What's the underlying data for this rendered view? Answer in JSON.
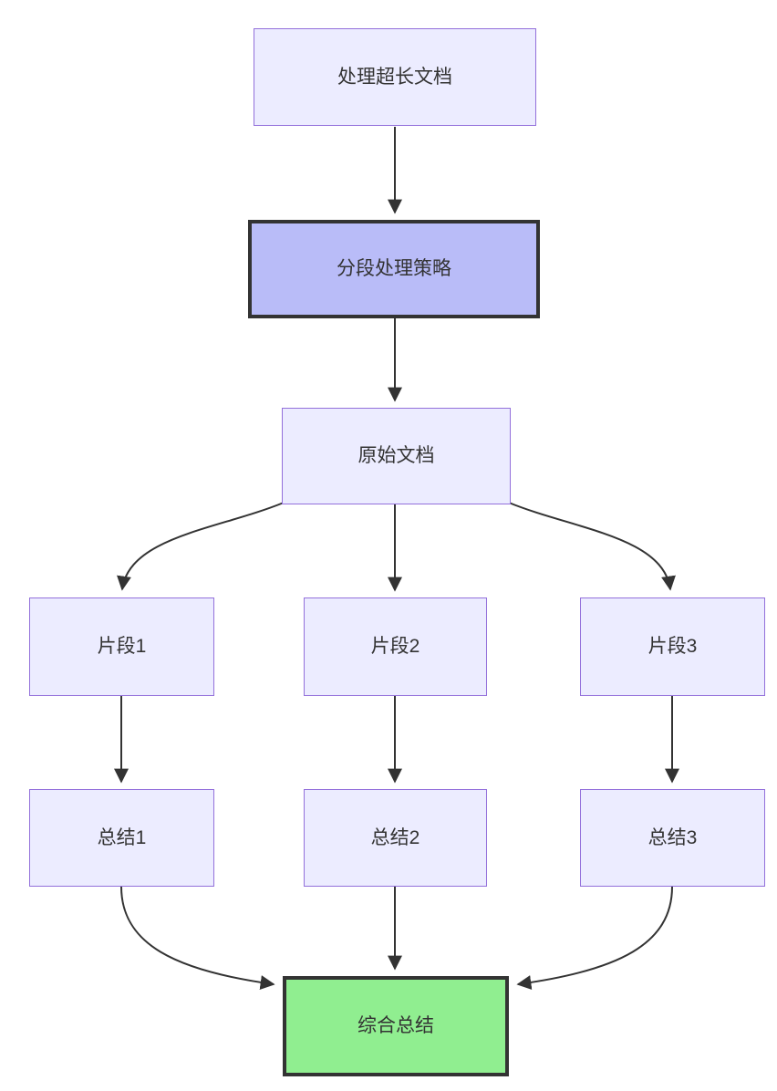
{
  "diagram": {
    "type": "flowchart",
    "direction": "top-down",
    "nodes": [
      {
        "id": "A",
        "label": "处理超长文档",
        "role": "start",
        "fill": "#ECECFF",
        "border": "#9370DB"
      },
      {
        "id": "B",
        "label": "分段处理策略",
        "role": "highlight",
        "fill": "#b9bcf8",
        "border": "#333333"
      },
      {
        "id": "C",
        "label": "原始文档",
        "role": "default",
        "fill": "#ECECFF",
        "border": "#9370DB"
      },
      {
        "id": "D1",
        "label": "片段1",
        "role": "default",
        "fill": "#ECECFF",
        "border": "#9370DB"
      },
      {
        "id": "D2",
        "label": "片段2",
        "role": "default",
        "fill": "#ECECFF",
        "border": "#9370DB"
      },
      {
        "id": "D3",
        "label": "片段3",
        "role": "default",
        "fill": "#ECECFF",
        "border": "#9370DB"
      },
      {
        "id": "E1",
        "label": "总结1",
        "role": "default",
        "fill": "#ECECFF",
        "border": "#9370DB"
      },
      {
        "id": "E2",
        "label": "总结2",
        "role": "default",
        "fill": "#ECECFF",
        "border": "#9370DB"
      },
      {
        "id": "E3",
        "label": "总结3",
        "role": "default",
        "fill": "#ECECFF",
        "border": "#9370DB"
      },
      {
        "id": "F",
        "label": "综合总结",
        "role": "result",
        "fill": "#90EE90",
        "border": "#333333"
      }
    ],
    "edges": [
      {
        "from": "A",
        "to": "B"
      },
      {
        "from": "B",
        "to": "C"
      },
      {
        "from": "C",
        "to": "D1"
      },
      {
        "from": "C",
        "to": "D2"
      },
      {
        "from": "C",
        "to": "D3"
      },
      {
        "from": "D1",
        "to": "E1"
      },
      {
        "from": "D2",
        "to": "E2"
      },
      {
        "from": "D3",
        "to": "E3"
      },
      {
        "from": "E1",
        "to": "F"
      },
      {
        "from": "E2",
        "to": "F"
      },
      {
        "from": "E3",
        "to": "F"
      }
    ],
    "colors": {
      "node_fill": "#ECECFF",
      "node_border": "#9370DB",
      "highlight_fill": "#b9bcf8",
      "highlight_border": "#333333",
      "result_fill": "#90EE90",
      "result_border": "#333333",
      "edge": "#333333",
      "text": "#333333",
      "background": "#ffffff"
    }
  }
}
